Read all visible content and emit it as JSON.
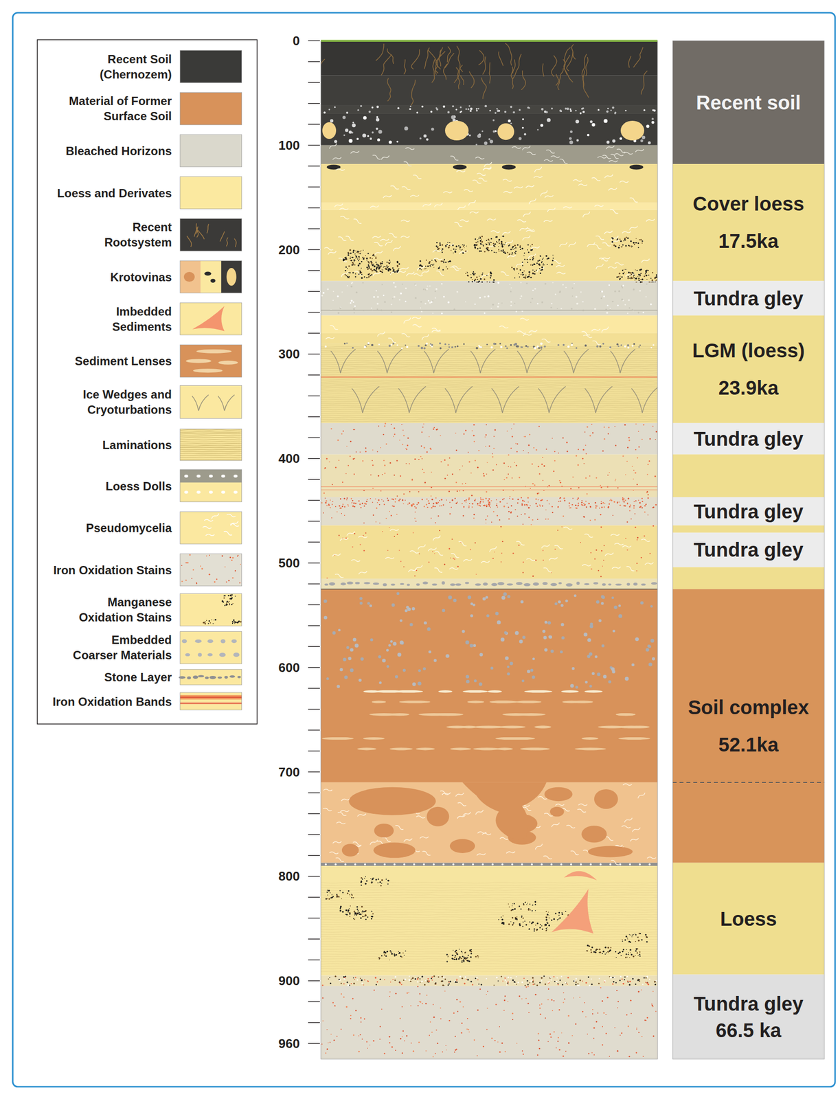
{
  "diagram": {
    "nodes": [
      {
        "text": [
          "Recent soil"
        ]
      },
      {
        "text": [
          "Cover loess",
          "17.5ka"
        ]
      },
      {
        "text": [
          "Tundra gley"
        ]
      },
      {
        "text": [
          "LGM (loess)",
          "23.9ka"
        ]
      },
      {
        "text": [
          "Tundra gley"
        ]
      },
      {
        "text": [
          "Tundra gley"
        ]
      },
      {
        "text": [
          "Tundra gley"
        ]
      },
      {
        "text": [
          "Soil complex",
          "52.1ka"
        ]
      },
      {
        "text": [
          "Loess"
        ]
      },
      {
        "text": [
          "Tundra gley",
          "66.5 ka"
        ]
      }
    ],
    "labels": [
      "0",
      "100",
      "200",
      "300",
      "400",
      "500",
      "600",
      "700",
      "800",
      "900",
      "960"
    ],
    "legend": [
      {
        "text": "Recent Soil (Chernozem)",
        "color": "#3a3a38"
      },
      {
        "text": "Material of Former Surface Soil",
        "color": "#d8925a"
      },
      {
        "text": "Bleached Horizons",
        "color": "#dad8cc"
      },
      {
        "text": "Loess and Derivates",
        "color": "#fbe9a0"
      },
      {
        "text": "Recent Rootsystem"
      },
      {
        "text": "Krotovinas"
      },
      {
        "text": "Imbedded Sediments"
      },
      {
        "text": "Sediment Lenses"
      },
      {
        "text": "Ice Wedges and Cryoturbations"
      },
      {
        "text": "Laminations"
      },
      {
        "text": "Loess Dolls"
      },
      {
        "text": "Pseudomycelia"
      },
      {
        "text": "Iron Oxidation Stains"
      },
      {
        "text": "Manganese Oxidation Stains"
      },
      {
        "text": "Embedded Coarser Materials"
      },
      {
        "text": "Stone Layer"
      },
      {
        "text": "Iron Oxidation Bands"
      }
    ]
  }
}
